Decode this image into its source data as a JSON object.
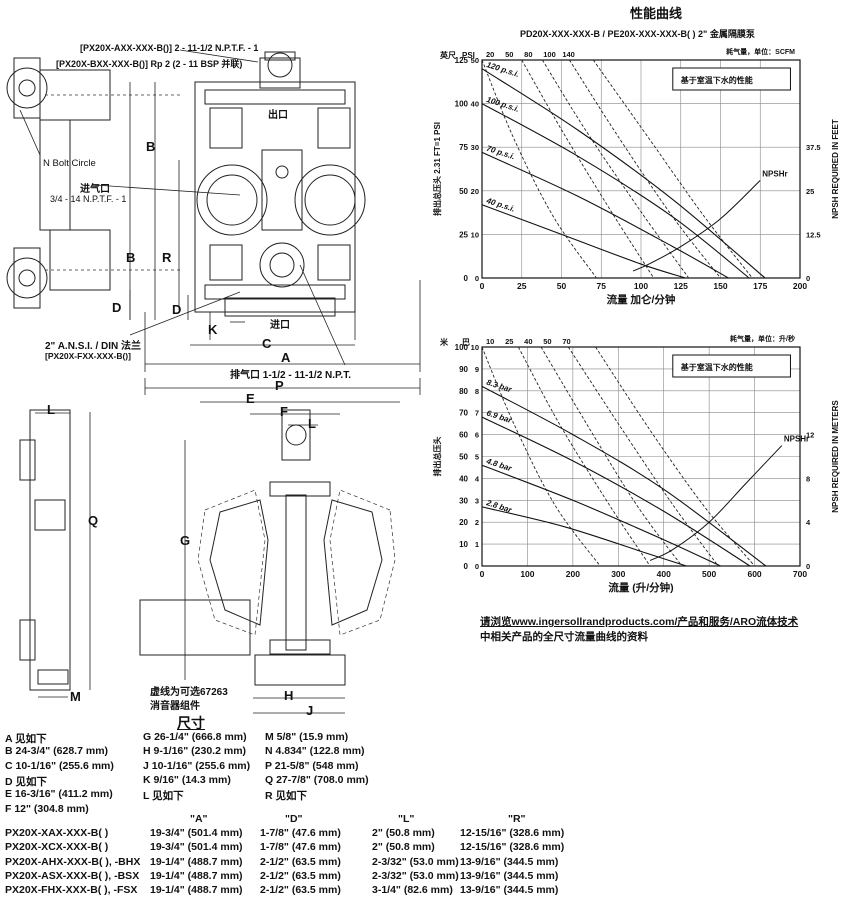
{
  "page_title": "性能曲线",
  "drawing": {
    "port_label_1": "[PX20X-AXX-XXX-B()] 2 - 11-1/2 N.P.T.F. - 1",
    "port_label_2": "[PX20X-BXX-XXX-B()] Rp 2 (2 - 11 BSP 并联)",
    "outlet": "出口",
    "inlet": "进口",
    "bolt_circle": "N Bolt Circle",
    "air_inlet": "进气口",
    "air_inlet_thread": "3/4 - 14 N.P.T.F. - 1",
    "flange_label": "2\" A.N.S.I. / DIN 法兰",
    "flange_model": "[PX20X-FXX-XXX-B()]",
    "exhaust": "排气口 1-1/2 - 11-1/2 N.P.T.",
    "muffler_1": "虚线为可选67263",
    "muffler_2": "消音器组件",
    "letters": {
      "A": "A",
      "B": "B",
      "C": "C",
      "D": "D",
      "E": "E",
      "F": "F",
      "G": "G",
      "H": "H",
      "J": "J",
      "K": "K",
      "L": "L",
      "M": "M",
      "P": "P",
      "Q": "Q",
      "R": "R"
    }
  },
  "dimensions": {
    "title": "尺寸",
    "col1": [
      "A   见如下",
      "B   24-3/4\" (628.7 mm)",
      "C   10-1/16\" (255.6 mm)",
      "D   见如下",
      "E   16-3/16\" (411.2 mm)",
      "F   12\" (304.8 mm)"
    ],
    "col2": [
      "G   26-1/4\" (666.8 mm)",
      "H   9-1/16\" (230.2 mm)",
      "J   10-1/16\" (255.6 mm)",
      "K   9/16\" (14.3 mm)",
      "L   见如下"
    ],
    "col3": [
      "M   5/8\" (15.9 mm)",
      "N   4.834\" (122.8 mm)",
      "P   21-5/8\" (548 mm)",
      "Q   27-7/8\" (708.0 mm)",
      "R   见如下"
    ]
  },
  "model_table": {
    "headers": [
      "\"A\"",
      "\"D\"",
      "\"L\"",
      "\"R\""
    ],
    "rows": [
      [
        "PX20X-XAX-XXX-B( )",
        "19-3/4\" (501.4 mm)",
        "1-7/8\" (47.6 mm)",
        "2\" (50.8 mm)",
        "12-15/16\" (328.6 mm)"
      ],
      [
        "PX20X-XCX-XXX-B( )",
        "19-3/4\" (501.4 mm)",
        "1-7/8\" (47.6 mm)",
        "2\" (50.8 mm)",
        "12-15/16\" (328.6 mm)"
      ],
      [
        "PX20X-AHX-XXX-B( ), -BHX",
        "19-1/4\" (488.7 mm)",
        "2-1/2\" (63.5 mm)",
        "2-3/32\" (53.0 mm)",
        "13-9/16\" (344.5 mm)"
      ],
      [
        "PX20X-ASX-XXX-B( ), -BSX",
        "19-1/4\" (488.7 mm)",
        "2-1/2\" (63.5 mm)",
        "2-3/32\" (53.0 mm)",
        "13-9/16\" (344.5 mm)"
      ],
      [
        "PX20X-FHX-XXX-B( ), -FSX",
        "19-1/4\" (488.7 mm)",
        "2-1/2\" (63.5 mm)",
        "3-1/4\" (82.6 mm)",
        "13-9/16\" (344.5 mm)"
      ]
    ]
  },
  "footnote": {
    "line1": "请浏览www.ingersollrandproducts.com/产品和服务/ARO流体技术",
    "line2": "中相关产品的全尺寸流量曲线的资料"
  },
  "chart_data": [
    {
      "type": "line",
      "title": "PD20X-XXX-XXX-B / PE20X-XXX-XXX-B( )  2\" 金属隔膜泵",
      "top_left_unit": "英尺",
      "top_left_unit2": "PSI",
      "air_scale_label": "耗气量，单位：SCFM",
      "air_ticks": [
        "20",
        "50",
        "80",
        "100",
        "140"
      ],
      "xlabel": "流量 加仑/分钟",
      "ylabel": "排出总压头 2.31 FT=1 PSI",
      "y2label": "NPSH REQUIRED IN FEET",
      "legend_box": "基于室温下水的性能",
      "npsh_label": "NPSHr",
      "xlim": [
        0,
        200
      ],
      "ylim": [
        0,
        125
      ],
      "x_ticks": [
        "0",
        "25",
        "50",
        "75",
        "100",
        "125",
        "150",
        "175",
        "200"
      ],
      "y_ticks": [
        "0",
        "25",
        "50",
        "75",
        "100",
        "125"
      ],
      "y_ticks_psi": [
        "0",
        "10",
        "20",
        "30",
        "40",
        "50"
      ],
      "y2_ticks": [
        "0",
        "12.5",
        "25",
        "37.5"
      ],
      "pressure_series": [
        {
          "name": "120 p.s.i.",
          "x": [
            0,
            60,
            120,
            178
          ],
          "y": [
            120,
            85,
            45,
            0
          ]
        },
        {
          "name": "100 p.s.i.",
          "x": [
            0,
            60,
            120,
            168
          ],
          "y": [
            100,
            70,
            35,
            0
          ]
        },
        {
          "name": "70 p.s.i.",
          "x": [
            0,
            60,
            120,
            155
          ],
          "y": [
            72,
            47,
            18,
            0
          ]
        },
        {
          "name": "40 p.s.i.",
          "x": [
            0,
            50,
            100,
            128
          ],
          "y": [
            42,
            25,
            8,
            0
          ]
        }
      ],
      "air_curves": [
        {
          "name": "20",
          "x": [
            0,
            20,
            45,
            72
          ],
          "y": [
            125,
            80,
            35,
            0
          ]
        },
        {
          "name": "50",
          "x": [
            25,
            50,
            80,
            108
          ],
          "y": [
            125,
            85,
            40,
            0
          ]
        },
        {
          "name": "80",
          "x": [
            38,
            65,
            100,
            130
          ],
          "y": [
            125,
            85,
            38,
            0
          ]
        },
        {
          "name": "100",
          "x": [
            55,
            85,
            120,
            150
          ],
          "y": [
            125,
            82,
            35,
            0
          ]
        },
        {
          "name": "140",
          "x": [
            70,
            105,
            140,
            170
          ],
          "y": [
            125,
            80,
            35,
            0
          ]
        }
      ],
      "npsh_curve": {
        "x": [
          95,
          105,
          125,
          150,
          175
        ],
        "y2": [
          2,
          4,
          9,
          17,
          28
        ]
      }
    },
    {
      "type": "line",
      "title": "",
      "top_left_unit": "米",
      "top_left_unit2": "巴",
      "air_scale_label": "耗气量，单位：升/秒",
      "air_ticks": [
        "10",
        "25",
        "40",
        "50",
        "70"
      ],
      "xlabel": "流量 (升/分钟)",
      "ylabel": "排出总压头",
      "y2label": "NPSH REQUIRED IN METERS",
      "legend_box": "基于室温下水的性能",
      "npsh_label": "NPSHr",
      "xlim": [
        0,
        700
      ],
      "ylim": [
        0,
        100
      ],
      "x_ticks": [
        "0",
        "100",
        "200",
        "300",
        "400",
        "500",
        "600",
        "700"
      ],
      "y_ticks": [
        "0",
        "10",
        "20",
        "30",
        "40",
        "50",
        "60",
        "70",
        "80",
        "90",
        "100"
      ],
      "y_ticks_bar": [
        "0",
        "1",
        "2",
        "3",
        "4",
        "5",
        "6",
        "7",
        "8",
        "9",
        "10"
      ],
      "y2_ticks": [
        "0",
        "4",
        "8",
        "12"
      ],
      "pressure_series": [
        {
          "name": "8.3 bar",
          "x": [
            0,
            200,
            400,
            625
          ],
          "y": [
            82,
            60,
            35,
            0
          ]
        },
        {
          "name": "6.9 bar",
          "x": [
            0,
            200,
            400,
            590
          ],
          "y": [
            68,
            48,
            25,
            0
          ]
        },
        {
          "name": "4.8 bar",
          "x": [
            0,
            200,
            400,
            525
          ],
          "y": [
            46,
            30,
            12,
            0
          ]
        },
        {
          "name": "2.8 bar",
          "x": [
            0,
            180,
            360,
            450
          ],
          "y": [
            27,
            18,
            6,
            0
          ]
        }
      ],
      "air_curves": [
        {
          "name": "10",
          "x": [
            0,
            70,
            160,
            260
          ],
          "y": [
            100,
            65,
            28,
            0
          ]
        },
        {
          "name": "25",
          "x": [
            80,
            170,
            280,
            370
          ],
          "y": [
            100,
            65,
            28,
            0
          ]
        },
        {
          "name": "40",
          "x": [
            130,
            230,
            340,
            440
          ],
          "y": [
            100,
            65,
            28,
            0
          ]
        },
        {
          "name": "50",
          "x": [
            190,
            300,
            420,
            520
          ],
          "y": [
            100,
            65,
            28,
            0
          ]
        },
        {
          "name": "70",
          "x": [
            250,
            370,
            490,
            600
          ],
          "y": [
            100,
            62,
            27,
            0
          ]
        }
      ],
      "npsh_curve": {
        "x": [
          370,
          420,
          500,
          580,
          660
        ],
        "y2": [
          0.5,
          1.5,
          4,
          7.5,
          11
        ]
      }
    }
  ]
}
